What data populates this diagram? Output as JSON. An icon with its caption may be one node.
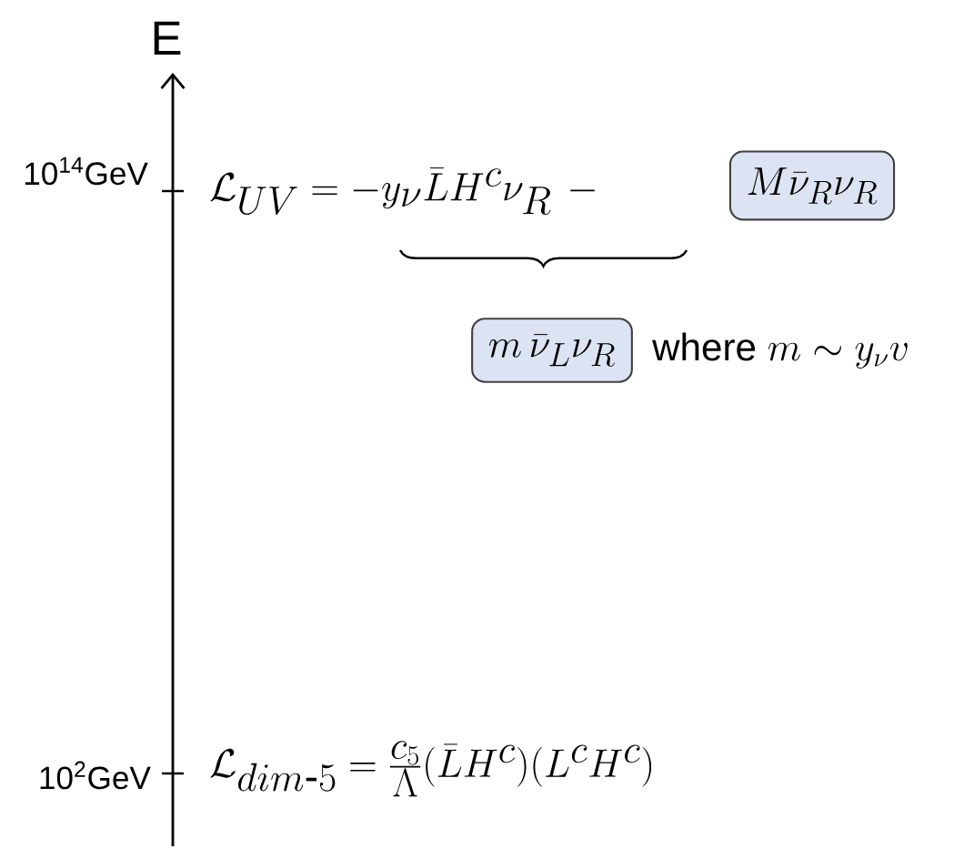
{
  "diagram": {
    "nodes": [
      {
        "text": [
          "M\\bar{\\nu}_R\\nu_R"
        ]
      },
      {
        "text": [
          "m\\,\\bar{\\nu}_L\\nu_R"
        ],
        "beside": [
          "\\mathrm{where}\\ m\\sim y_\\nu v"
        ]
      }
    ],
    "labels": [
      "E",
      "10$^{14}$GeV",
      "\\mathcal{L}_{UV} = -y_\\nu\\bar{L}H^c\\nu_R\\ -",
      "10$^{2}$GeV",
      "\\mathcal{L}_{dim\\text{-}5} = \\frac{c_5}{\\Lambda}(\\bar{L}H^c)(L^cH^c)"
    ]
  }
}
